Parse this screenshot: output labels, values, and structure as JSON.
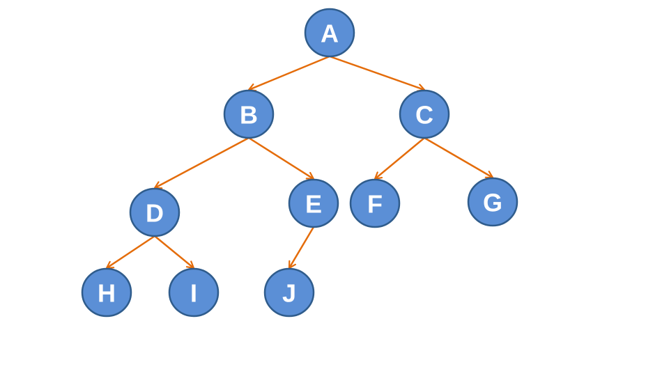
{
  "diagram": {
    "colors": {
      "node_fill": "#5b8fd6",
      "node_stroke": "#2f5c8c",
      "edge": "#e46c0a",
      "label": "#ffffff"
    },
    "nodes": [
      {
        "id": "A",
        "label": "A"
      },
      {
        "id": "B",
        "label": "B"
      },
      {
        "id": "C",
        "label": "C"
      },
      {
        "id": "D",
        "label": "D"
      },
      {
        "id": "E",
        "label": "E"
      },
      {
        "id": "F",
        "label": "F"
      },
      {
        "id": "G",
        "label": "G"
      },
      {
        "id": "H",
        "label": "H"
      },
      {
        "id": "I",
        "label": "I"
      },
      {
        "id": "J",
        "label": "J"
      }
    ],
    "edges": [
      {
        "from": "A",
        "to": "B"
      },
      {
        "from": "A",
        "to": "C"
      },
      {
        "from": "B",
        "to": "D"
      },
      {
        "from": "B",
        "to": "E"
      },
      {
        "from": "C",
        "to": "F"
      },
      {
        "from": "C",
        "to": "G"
      },
      {
        "from": "D",
        "to": "H"
      },
      {
        "from": "D",
        "to": "I"
      },
      {
        "from": "E",
        "to": "J"
      }
    ]
  }
}
